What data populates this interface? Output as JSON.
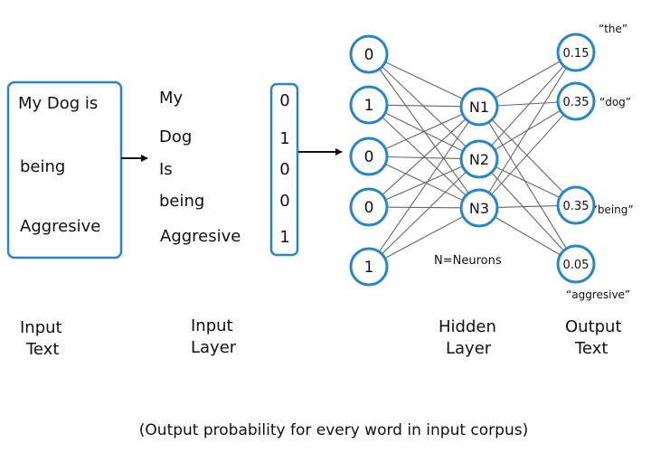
{
  "input_box": {
    "lines": [
      "My Dog is",
      "being",
      "Aggresive"
    ]
  },
  "input_words": [
    "My",
    "Dog",
    "Is",
    "being",
    "Aggresive"
  ],
  "input_vector": [
    "0",
    "1",
    "0",
    "0",
    "1"
  ],
  "input_nodes": [
    "0",
    "1",
    "0",
    "0",
    "1"
  ],
  "hidden_nodes": [
    "N1",
    "N2",
    "N3"
  ],
  "hidden_note": "N=Neurons",
  "output_nodes": [
    "0.15",
    "0.35",
    "0.35",
    "0.05"
  ],
  "output_words": [
    "“the”",
    "“dog”",
    "‘being”",
    "“aggresive”"
  ],
  "labels": {
    "input_text": [
      "Input",
      "Text"
    ],
    "input_layer": [
      "Input",
      "Layer"
    ],
    "hidden_layer": [
      "Hidden",
      "Layer"
    ],
    "output_text": [
      "Output",
      "Text"
    ]
  },
  "caption": "(Output probability for every word in input corpus)",
  "colors": {
    "node_stroke": "#2a85c7",
    "connection": "#666666",
    "text": "#111111"
  }
}
